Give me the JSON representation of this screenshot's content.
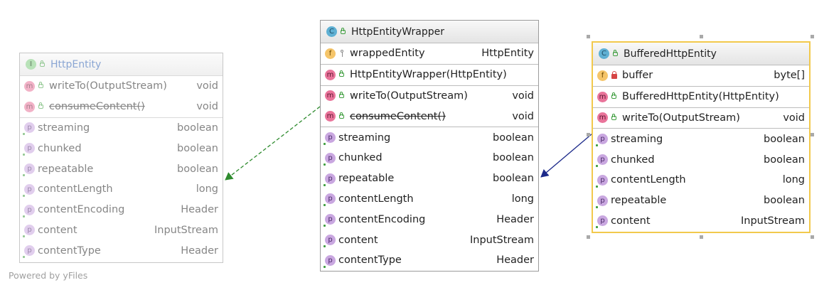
{
  "classes": {
    "http_entity": {
      "kind": "I",
      "name": "HttpEntity",
      "methods": [
        {
          "name": "writeTo(OutputStream)",
          "type": "void",
          "deprecated": false
        },
        {
          "name": "consumeContent()",
          "type": "void",
          "deprecated": true
        }
      ],
      "properties": [
        {
          "name": "streaming",
          "type": "boolean"
        },
        {
          "name": "chunked",
          "type": "boolean"
        },
        {
          "name": "repeatable",
          "type": "boolean"
        },
        {
          "name": "contentLength",
          "type": "long"
        },
        {
          "name": "contentEncoding",
          "type": "Header"
        },
        {
          "name": "content",
          "type": "InputStream"
        },
        {
          "name": "contentType",
          "type": "Header"
        }
      ]
    },
    "http_entity_wrapper": {
      "kind": "C",
      "name": "HttpEntityWrapper",
      "fields": [
        {
          "name": "wrappedEntity",
          "type": "HttpEntity"
        }
      ],
      "constructors": [
        {
          "name": "HttpEntityWrapper(HttpEntity)"
        }
      ],
      "methods": [
        {
          "name": "writeTo(OutputStream)",
          "type": "void",
          "deprecated": false
        },
        {
          "name": "consumeContent()",
          "type": "void",
          "deprecated": true
        }
      ],
      "properties": [
        {
          "name": "streaming",
          "type": "boolean"
        },
        {
          "name": "chunked",
          "type": "boolean"
        },
        {
          "name": "repeatable",
          "type": "boolean"
        },
        {
          "name": "contentLength",
          "type": "long"
        },
        {
          "name": "contentEncoding",
          "type": "Header"
        },
        {
          "name": "content",
          "type": "InputStream"
        },
        {
          "name": "contentType",
          "type": "Header"
        }
      ]
    },
    "buffered_http_entity": {
      "kind": "C",
      "name": "BufferedHttpEntity",
      "fields": [
        {
          "name": "buffer",
          "type": "byte[]"
        }
      ],
      "constructors": [
        {
          "name": "BufferedHttpEntity(HttpEntity)"
        }
      ],
      "methods": [
        {
          "name": "writeTo(OutputStream)",
          "type": "void",
          "deprecated": false
        }
      ],
      "properties": [
        {
          "name": "streaming",
          "type": "boolean"
        },
        {
          "name": "chunked",
          "type": "boolean"
        },
        {
          "name": "contentLength",
          "type": "long"
        },
        {
          "name": "repeatable",
          "type": "boolean"
        },
        {
          "name": "content",
          "type": "InputStream"
        }
      ]
    }
  },
  "icons": {
    "class": "C",
    "interface": "I",
    "field": "f",
    "method": "m",
    "property": "p"
  },
  "edges": [
    {
      "from": "HttpEntityWrapper",
      "to": "HttpEntity",
      "kind": "implements",
      "color": "#2e8b2e"
    },
    {
      "from": "BufferedHttpEntity",
      "to": "HttpEntityWrapper",
      "kind": "extends",
      "color": "#1c2a8a"
    }
  ],
  "colors": {
    "selection": "#f2c94c",
    "border": "#9b9b9b"
  },
  "footer": {
    "powered_by": "Powered by yFiles"
  }
}
